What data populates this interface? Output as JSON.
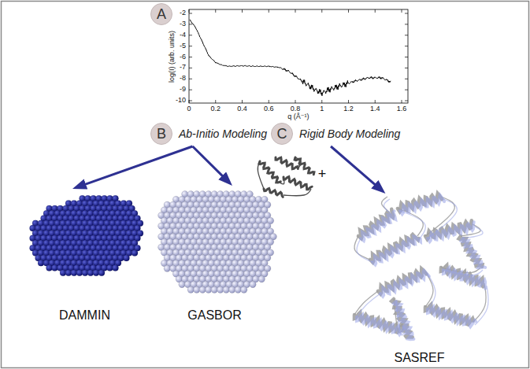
{
  "diagram": {
    "nodes": [
      {
        "text": [
          "A"
        ]
      },
      {
        "text": [
          "B",
          "Ab-Initio Modeling"
        ]
      },
      {
        "text": [
          "C",
          "Rigid Body Modeling"
        ]
      },
      {
        "text": [
          "DAMMIN"
        ]
      },
      {
        "text": [
          "GASBOR"
        ]
      },
      {
        "text": [
          "SASREF"
        ]
      }
    ],
    "edges": [
      {
        "from": 1,
        "to": 3,
        "arrow": "to"
      },
      {
        "from": 1,
        "to": 4,
        "arrow": "to"
      },
      {
        "from": 2,
        "to": 5,
        "arrow": "to"
      }
    ],
    "labels": [
      "-2",
      "-3",
      "-4",
      "-5",
      "-6",
      "-7",
      "-8",
      "-9",
      "-10",
      "0",
      "0.2",
      "0.4",
      "0.6",
      "0.8",
      "1",
      "1.2",
      "1.4",
      "1.6",
      "log(I) (arb. units)",
      "q (Å⁻¹)",
      "+"
    ]
  }
}
